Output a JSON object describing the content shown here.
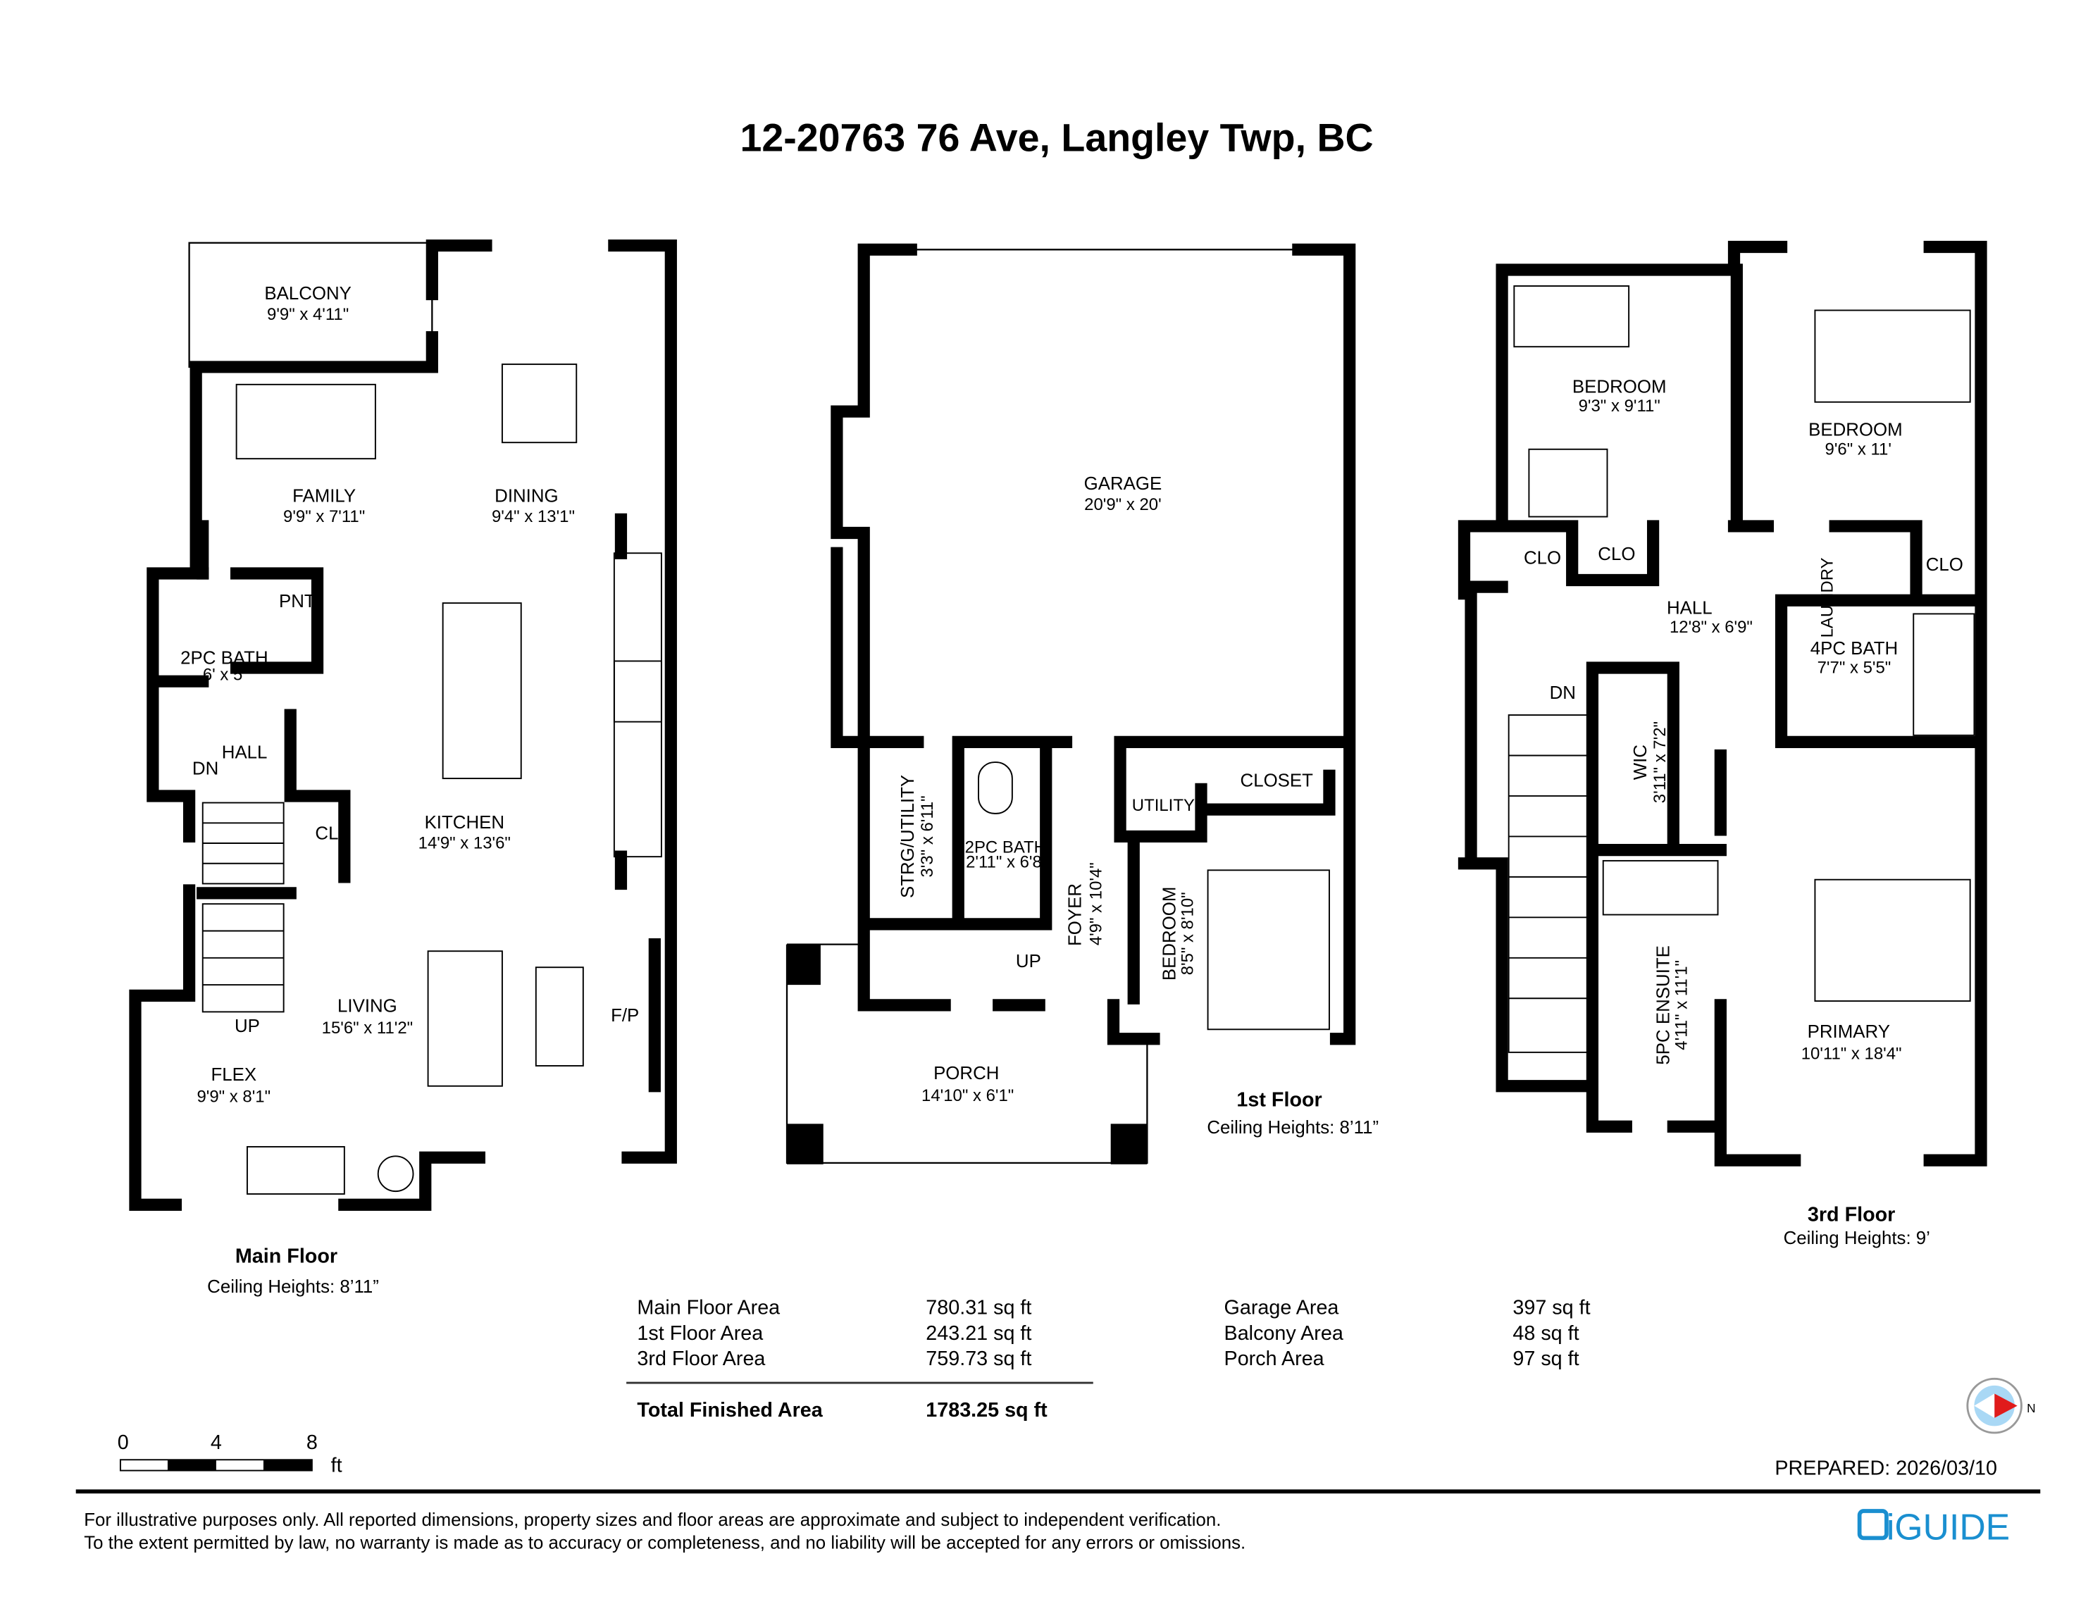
{
  "title": "12-20763 76 Ave, Langley Twp, BC",
  "floors": {
    "main": {
      "name": "Main Floor",
      "ceiling": "Ceiling Heights: 8’11”",
      "rooms": [
        {
          "name": "BALCONY",
          "dims": "9'9\" x 4'11\""
        },
        {
          "name": "FAMILY",
          "dims": "9'9\" x 7'11\""
        },
        {
          "name": "DINING",
          "dims": "9'4\" x 13'1\""
        },
        {
          "name": "PNT",
          "dims": ""
        },
        {
          "name": "2PC BATH",
          "dims": "6' x 5'"
        },
        {
          "name": "HALL",
          "dims": ""
        },
        {
          "name": "CL",
          "dims": ""
        },
        {
          "name": "KITCHEN",
          "dims": "14'9\" x 13'6\""
        },
        {
          "name": "LIVING",
          "dims": "15'6\" x 11'2\""
        },
        {
          "name": "FLEX",
          "dims": "9'9\" x 8'1\""
        }
      ],
      "markers": {
        "dn": "DN",
        "up": "UP",
        "fp": "F/P"
      }
    },
    "first": {
      "name": "1st Floor",
      "ceiling": "Ceiling Heights: 8’11”",
      "rooms": [
        {
          "name": "GARAGE",
          "dims": "20'9\" x 20'"
        },
        {
          "name": "STRG/UTILITY",
          "dims": "3'3\" x 6'11\""
        },
        {
          "name": "2PC BATH",
          "dims": "2'11\" x 6'8\""
        },
        {
          "name": "FOYER",
          "dims": "4'9\" x 10'4\""
        },
        {
          "name": "UTILITY",
          "dims": ""
        },
        {
          "name": "CLOSET",
          "dims": ""
        },
        {
          "name": "BEDROOM",
          "dims": "8'5\" x 8'10\""
        },
        {
          "name": "PORCH",
          "dims": "14'10\" x 6'1\""
        }
      ],
      "markers": {
        "up": "UP"
      }
    },
    "third": {
      "name": "3rd Floor",
      "ceiling": "Ceiling Heights: 9’",
      "rooms": [
        {
          "name": "BEDROOM",
          "dims": "9'3\" x 9'11\""
        },
        {
          "name": "BEDROOM",
          "dims": "9'6\" x 11'"
        },
        {
          "name": "CLO",
          "dims": ""
        },
        {
          "name": "CLO",
          "dims": ""
        },
        {
          "name": "CLO",
          "dims": ""
        },
        {
          "name": "LAUNDRY",
          "dims": ""
        },
        {
          "name": "HALL",
          "dims": "12'8\" x 6'9\""
        },
        {
          "name": "4PC BATH",
          "dims": "7'7\" x 5'5\""
        },
        {
          "name": "WIC",
          "dims": "3'11\" x 7'2\""
        },
        {
          "name": "5PC ENSUITE",
          "dims": "4'11\" x 11'1\""
        },
        {
          "name": "PRIMARY",
          "dims": "10'11\" x 18'4\""
        }
      ],
      "markers": {
        "dn": "DN"
      }
    }
  },
  "areas": {
    "finished": [
      {
        "label": "Main Floor Area",
        "value": "780.31 sq ft"
      },
      {
        "label": "1st Floor Area",
        "value": "243.21 sq ft"
      },
      {
        "label": "3rd Floor Area",
        "value": "759.73 sq ft"
      }
    ],
    "other": [
      {
        "label": "Garage Area",
        "value": "397 sq ft"
      },
      {
        "label": "Balcony Area",
        "value": "48 sq ft"
      },
      {
        "label": "Porch Area",
        "value": "97 sq ft"
      }
    ],
    "total": {
      "label": "Total Finished Area",
      "value": "1783.25 sq ft"
    }
  },
  "scale": {
    "ticks": [
      "0",
      "4",
      "8"
    ],
    "unit": "ft"
  },
  "compass": {
    "direction": "N"
  },
  "prepared": "PREPARED: 2026/03/10",
  "disclaimer": [
    "For illustrative purposes only. All reported dimensions, property sizes and floor areas are approximate and subject to independent verification.",
    "To the extent permitted by law, no warranty is made as to accuracy or completeness, and no liability will be accepted for any errors or omissions."
  ],
  "logo": "iGUIDE",
  "colors": {
    "logo": "#1a8fd0",
    "compass_fill": "#a9d8f5",
    "compass_arrow": "#e01b1b"
  }
}
